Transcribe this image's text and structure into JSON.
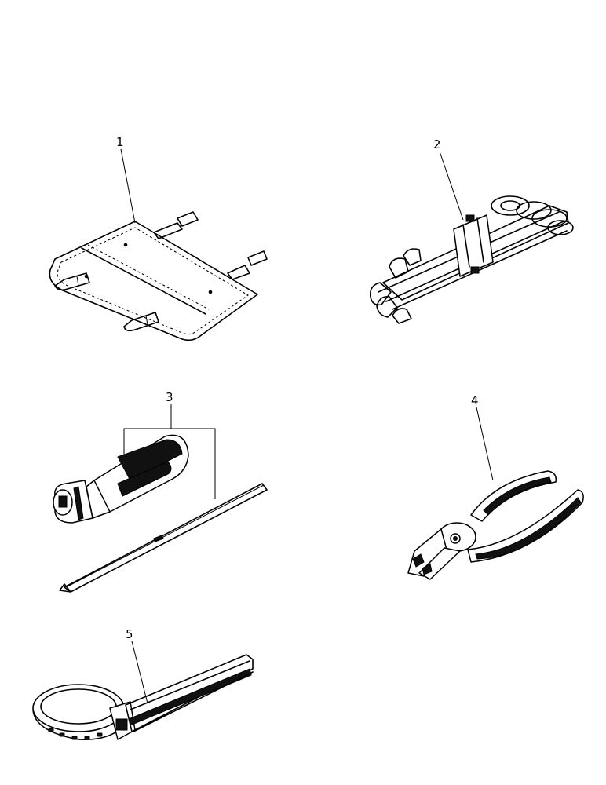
{
  "figure": {
    "callouts": [
      {
        "id": "1",
        "label": "1"
      },
      {
        "id": "2",
        "label": "2"
      },
      {
        "id": "3",
        "label": "3"
      },
      {
        "id": "4",
        "label": "4"
      },
      {
        "id": "5",
        "label": "5"
      }
    ],
    "colors": {
      "ink": "#000000",
      "background": "#ffffff"
    }
  }
}
